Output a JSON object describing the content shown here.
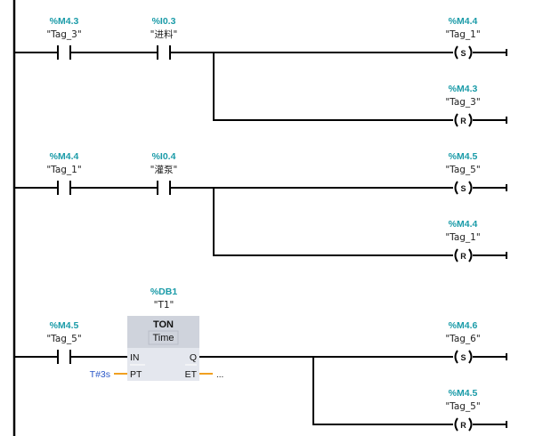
{
  "networks": [
    {
      "contacts": [
        {
          "address": "%M4.3",
          "symbol": "\"Tag_3\""
        },
        {
          "address": "%I0.3",
          "symbol": "\"进料\""
        }
      ],
      "coils": [
        {
          "address": "%M4.4",
          "symbol": "\"Tag_1\"",
          "type": "S"
        },
        {
          "address": "%M4.3",
          "symbol": "\"Tag_3\"",
          "type": "R"
        }
      ]
    },
    {
      "contacts": [
        {
          "address": "%M4.4",
          "symbol": "\"Tag_1\""
        },
        {
          "address": "%I0.4",
          "symbol": "\"灌泵\""
        }
      ],
      "coils": [
        {
          "address": "%M4.5",
          "symbol": "\"Tag_5\"",
          "type": "S"
        },
        {
          "address": "%M4.4",
          "symbol": "\"Tag_1\"",
          "type": "R"
        }
      ]
    },
    {
      "contacts": [
        {
          "address": "%M4.5",
          "symbol": "\"Tag_5\""
        }
      ],
      "timer": {
        "instance_address": "%DB1",
        "instance_symbol": "\"T1\"",
        "block_type": "TON",
        "data_type": "Time",
        "pins": {
          "in": "IN",
          "pt": "PT",
          "q": "Q",
          "et": "ET"
        },
        "pt_value": "T#3s",
        "et_value": "..."
      },
      "coils": [
        {
          "address": "%M4.6",
          "symbol": "\"Tag_6\"",
          "type": "S"
        },
        {
          "address": "%M4.5",
          "symbol": "\"Tag_5\"",
          "type": "R"
        }
      ]
    }
  ],
  "colors": {
    "address": "#1a9ba8",
    "parameter": "#2b58c8",
    "param_wire": "#f0a020",
    "box_header": "#cfd3dc",
    "box_body": "#e4e7ee"
  }
}
